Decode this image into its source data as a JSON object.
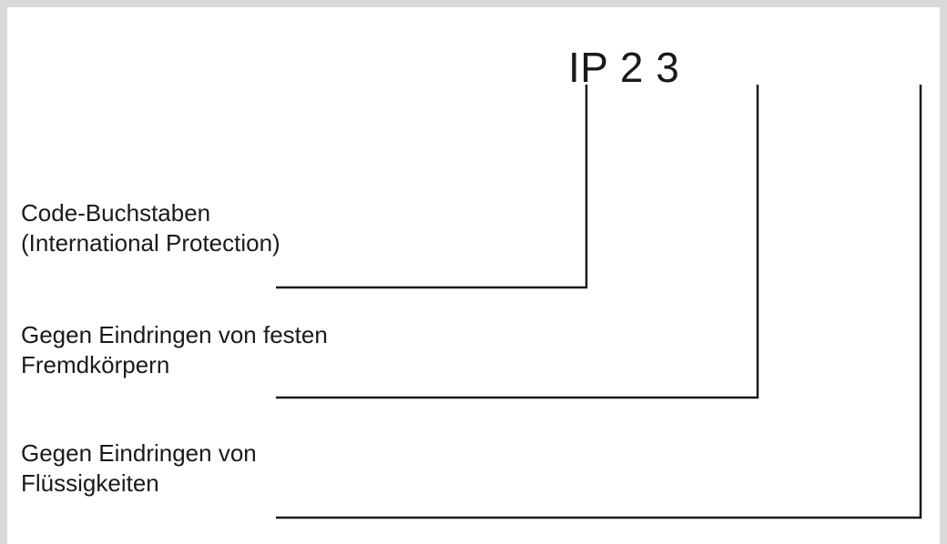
{
  "diagram": {
    "code": "IP 2 3",
    "labels": [
      {
        "line1": "Code-Buchstaben",
        "line2": "(International Protection)"
      },
      {
        "line1": "Gegen Eindringen von festen",
        "line2": "Fremdkörpern"
      },
      {
        "line1": "Gegen Eindringen von",
        "line2": "Flüssigkeiten"
      }
    ]
  }
}
